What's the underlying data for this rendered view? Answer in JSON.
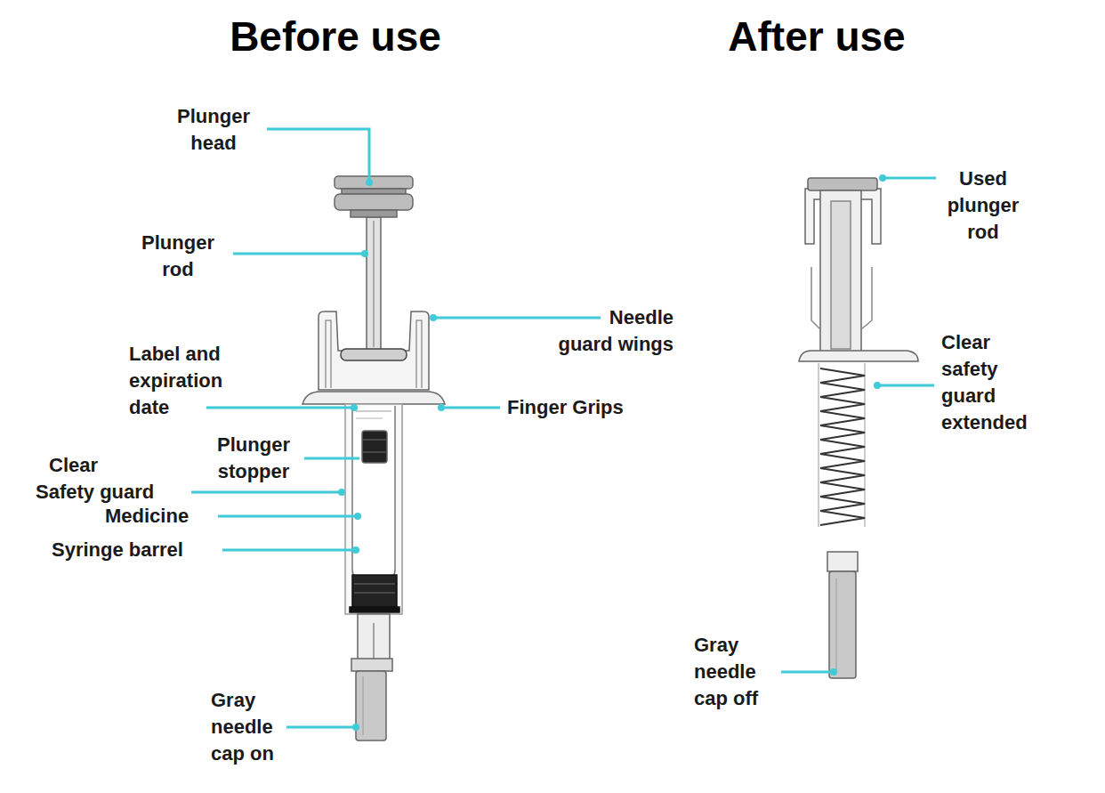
{
  "diagram": {
    "labels": [
      "Before use",
      "After use",
      "Plunger head",
      "Plunger rod",
      "Needle guard wings",
      "Label and expiration date",
      "Finger Grips",
      "Plunger stopper",
      "Clear Safety guard",
      "Medicine",
      "Syringe barrel",
      "Gray needle cap on",
      "Used plunger rod",
      "Clear safety guard extended",
      "Gray needle cap off"
    ]
  }
}
